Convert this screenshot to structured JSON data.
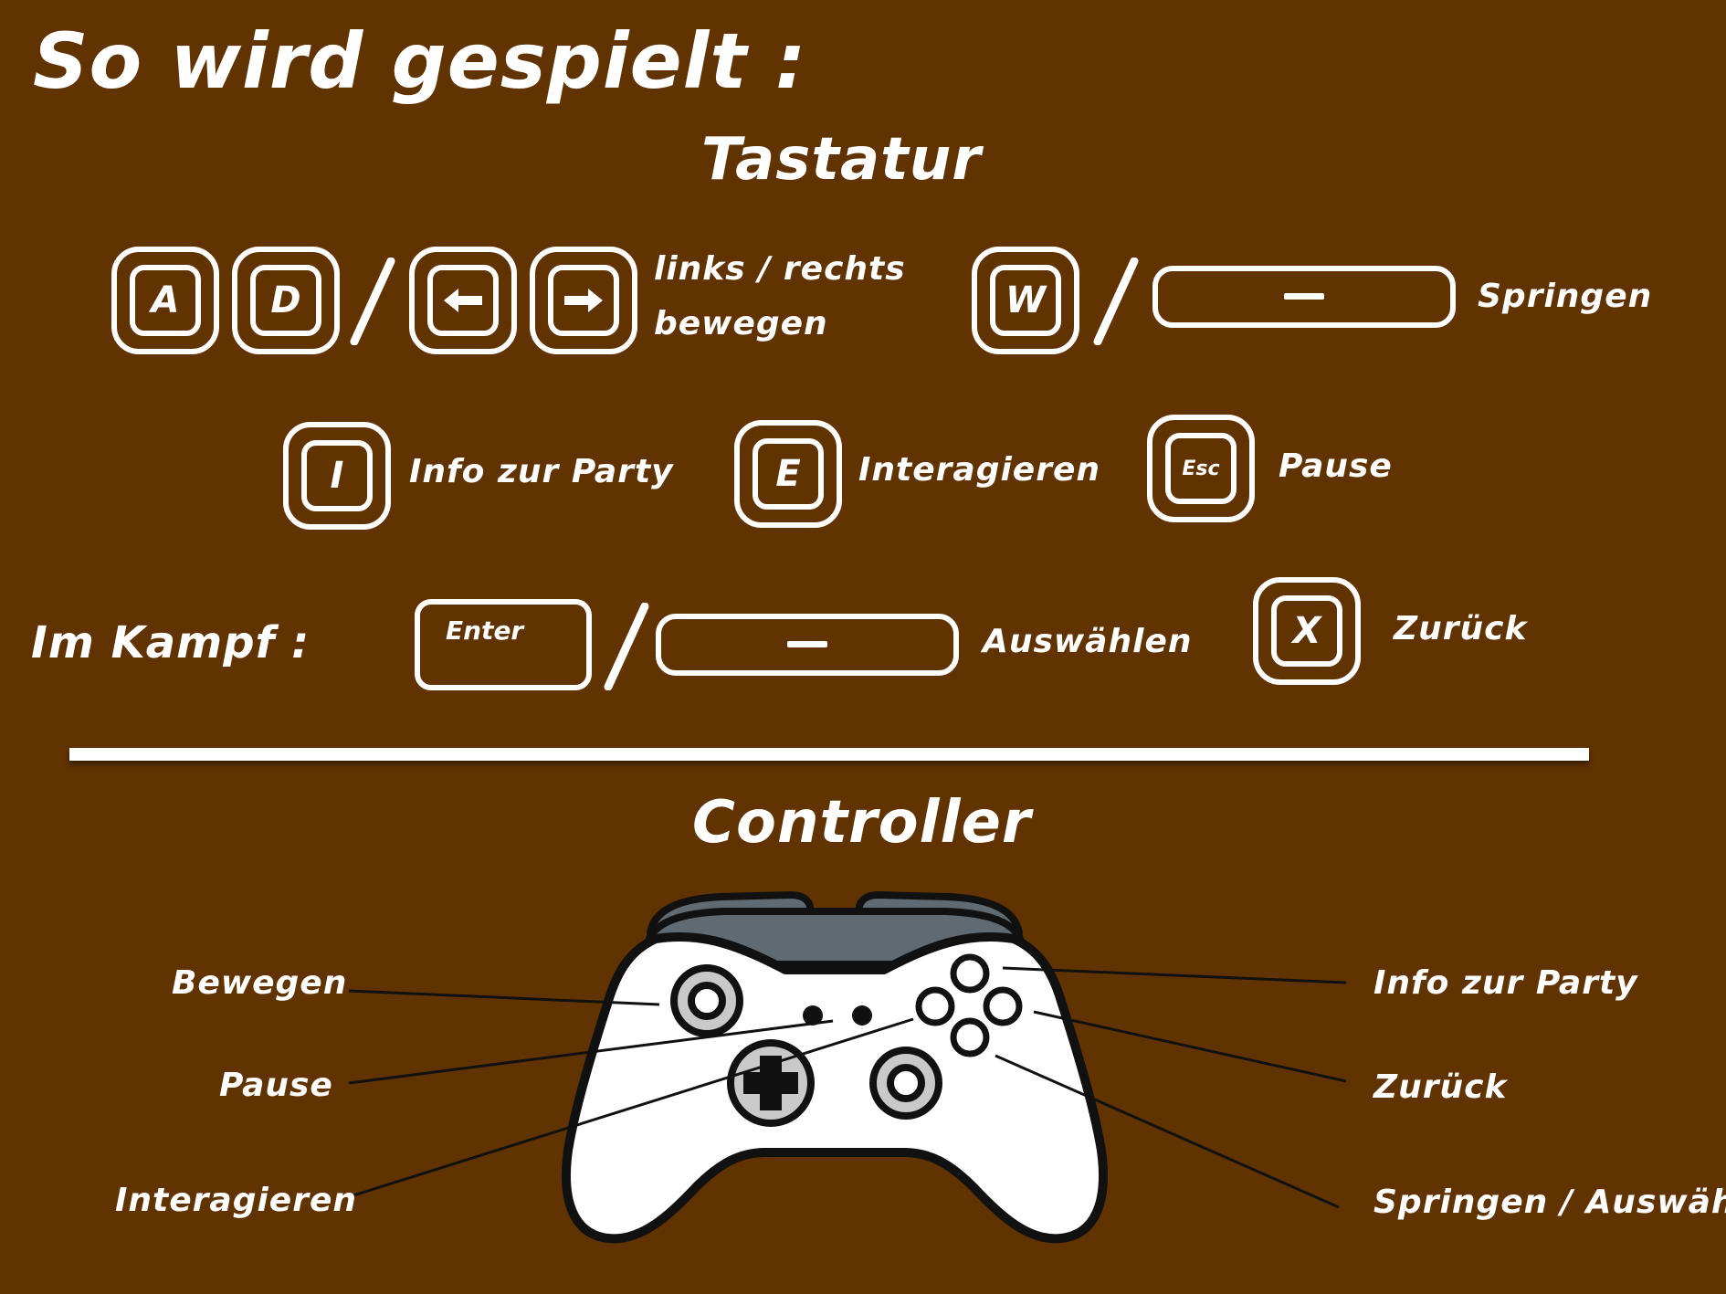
{
  "title": "So wird gespielt :",
  "keyboard": {
    "heading": "Tastatur",
    "keys": {
      "a": "A",
      "d": "D",
      "w": "W",
      "i": "I",
      "e": "E",
      "esc": "Esc",
      "x": "X",
      "enter": "Enter"
    },
    "labels": {
      "move_line1": "links / rechts",
      "move_line2": "bewegen",
      "jump": "Springen",
      "party_info": "Info zur Party",
      "interact": "Interagieren",
      "pause": "Pause"
    },
    "combat": {
      "label": "Im Kampf :",
      "select": "Auswählen",
      "back": "Zurück"
    }
  },
  "controller": {
    "heading": "Controller",
    "left_labels": {
      "move": "Bewegen",
      "pause": "Pause",
      "interact": "Interagieren"
    },
    "right_labels": {
      "party_info": "Info zur Party",
      "back": "Zurück",
      "jump_select": "Springen / Auswählen"
    }
  },
  "colors": {
    "background": "#613300",
    "foreground": "#ffffff",
    "controller_body": "#ffffff",
    "controller_outline": "#111111",
    "bumper": "#5f6a73",
    "stick_ring": "#c9c9c9"
  }
}
